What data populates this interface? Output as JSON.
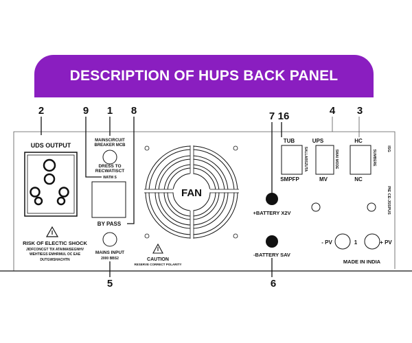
{
  "title": "DESCRIPTION OF HUPS BACK PANEL",
  "colors": {
    "banner": "#8a1ec0",
    "text": "#111111"
  },
  "callouts": {
    "n1": "1",
    "n2": "2",
    "n3": "3",
    "n4": "4",
    "n5": "5",
    "n6": "6",
    "n7": "7",
    "n8": "8",
    "n9": "9",
    "n16": "16"
  },
  "labels": {
    "uds_output": "UDS OUTPUT",
    "shock_title": "RISK OF ELECTIC SHOCK",
    "shock_line1": "JIDFCONCGT TIX ATAIMAISEGNHV",
    "shock_line2": "WEHTIEGS EMHRMUL OC EAE",
    "shock_line3": "DUTGWSHACHTN",
    "mcb_line1": "MAINSCIRCUIT",
    "mcb_line2": "BREAKER MCB",
    "dress_line1": "DRESS TO",
    "dress_line2": "RECWATISCT",
    "dress_line3": "WATM S",
    "bypass": "BY PASS",
    "mains_line1": "MAINS INPUT",
    "mains_line2": "2000 BBS2",
    "fan": "FAN",
    "caution": "CAUTION",
    "caution_sub": "RESERVE CORRECT POLARITY",
    "battery_pos": "+BATTERY X2V",
    "battery_neg": "-BATTERY SAV",
    "tub": "TUB",
    "smpfp": "SMPFP",
    "tub_side": "SALLABSZUTA",
    "ups": "UPS",
    "mv": "MV",
    "ups_side": "SMAI MODE",
    "hc": "HC",
    "nc": "NC",
    "hc_side": "SUMBERE",
    "right_top": "ISG",
    "right_mid": "PIE CE-JSSPUS",
    "pv_neg": "- PV",
    "pv_mid": "1",
    "pv_pos": "+ PV",
    "made_in": "MADE IN INDIA"
  }
}
